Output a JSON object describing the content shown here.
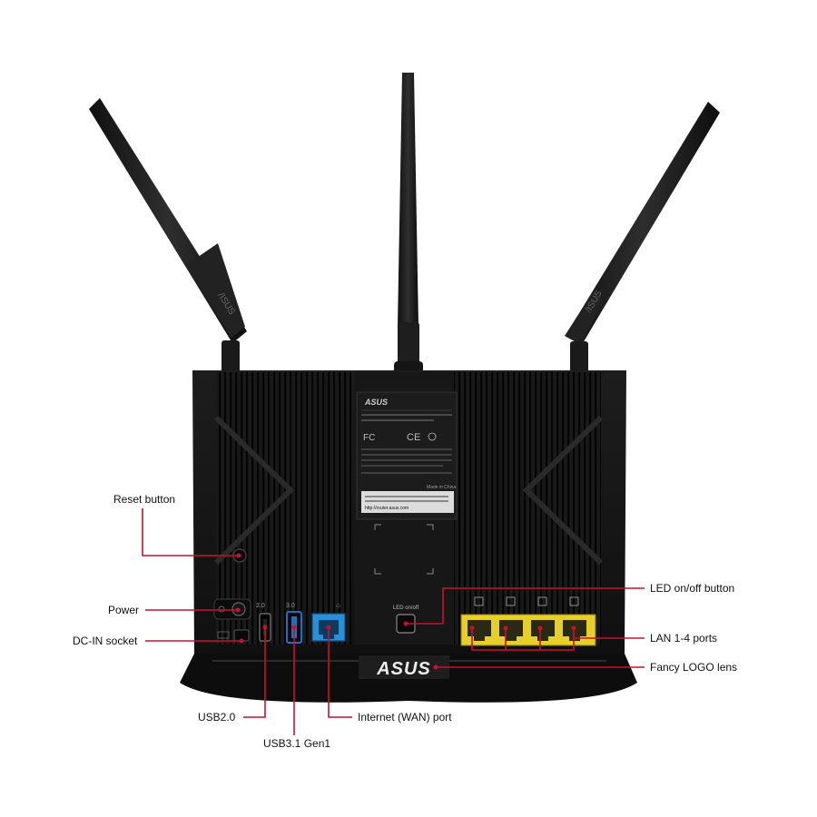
{
  "device": {
    "brand_logo": "ASUS",
    "led_button_text": "LED on/off",
    "usb2_port_text": "2.0",
    "usb3_port_text": "3.0",
    "label_sticker_url": "http://router.asus.com",
    "made_in": "Made in China"
  },
  "callouts": {
    "reset_button": "Reset button",
    "power": "Power",
    "dc_in_socket": "DC-IN socket",
    "usb2": "USB2.0",
    "usb3": "USB3.1 Gen1",
    "wan_port": "Internet (WAN) port",
    "led_button": "LED on/off button",
    "lan_ports": "LAN 1-4 ports",
    "logo_lens": "Fancy LOGO lens"
  },
  "colors": {
    "leader_line": "#c8102e",
    "router_body": "#161616",
    "lan_port": "#e6cf2a",
    "wan_port": "#2b8fd6",
    "usb3_port": "#1f6fc2"
  }
}
